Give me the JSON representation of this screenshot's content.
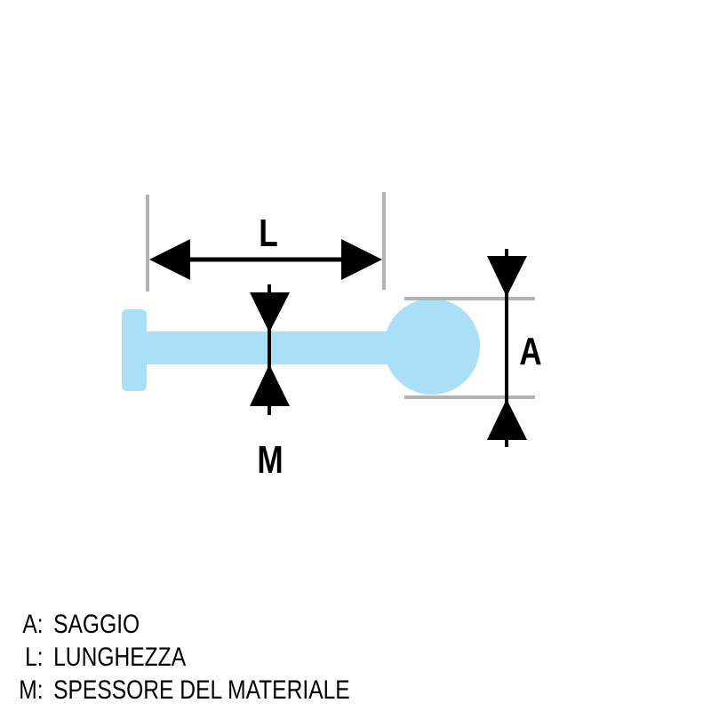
{
  "diagram": {
    "title": "Hook / rod dimension diagram",
    "colors": {
      "part_fill": "#aadff8",
      "extension_lines": "#b3b3b3",
      "dimension_lines": "#000000",
      "background": "#ffffff"
    },
    "dimension_labels": {
      "L": "L",
      "M": "M",
      "A": "A"
    }
  },
  "legend": {
    "items": [
      {
        "key": "A:",
        "label": "SAGGIO"
      },
      {
        "key": "L:",
        "label": "LUNGHEZZA"
      },
      {
        "key": "M:",
        "label": "SPESSORE DEL MATERIALE"
      }
    ]
  }
}
